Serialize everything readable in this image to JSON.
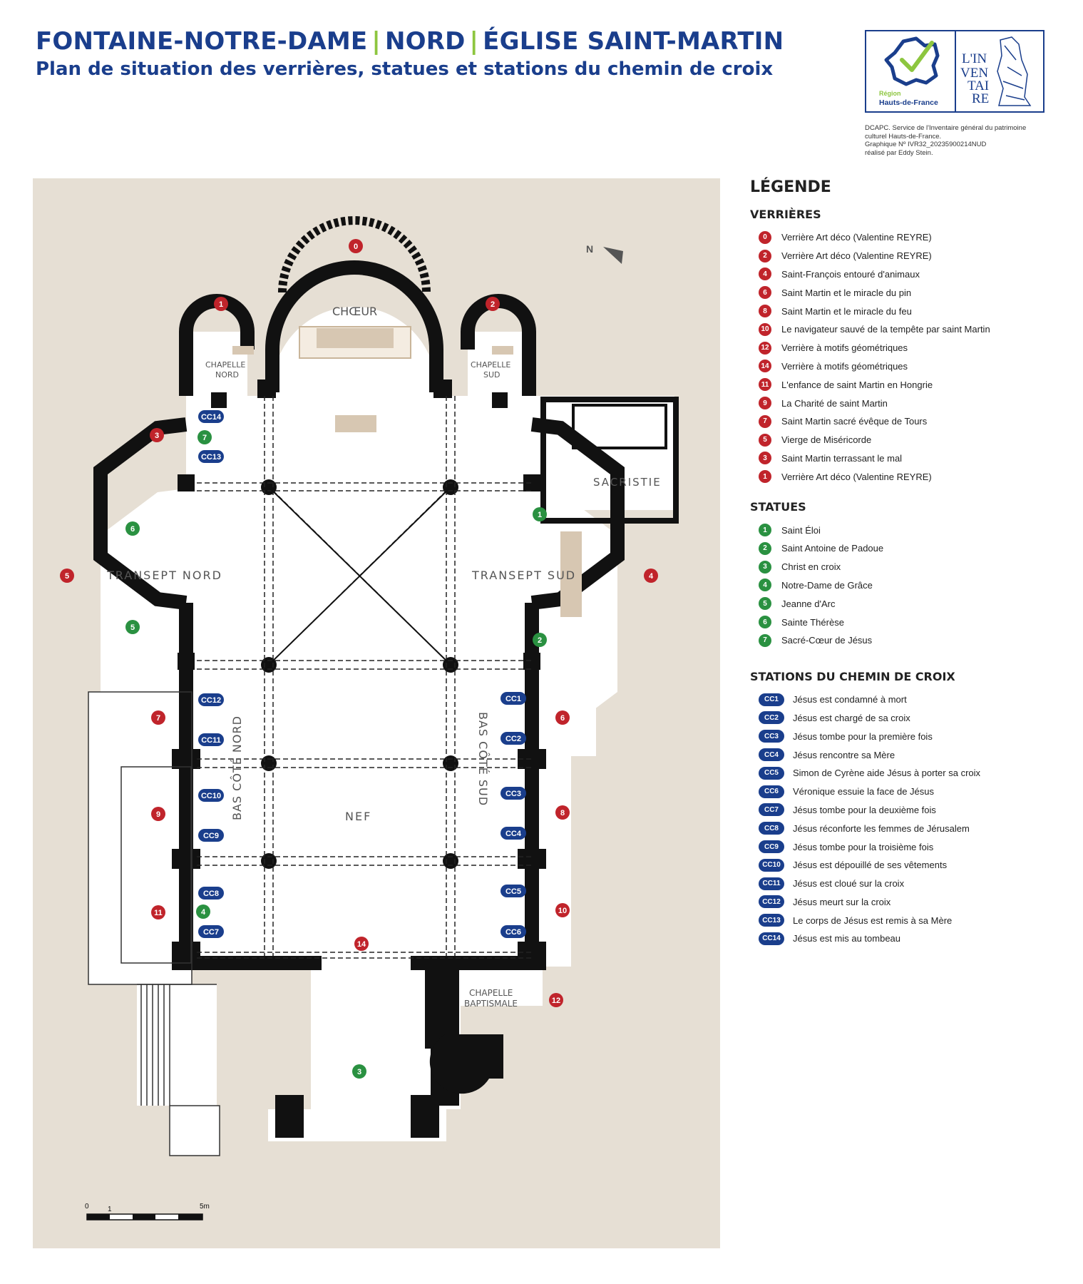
{
  "header": {
    "title_part1": "FONTAINE-NOTRE-DAME",
    "title_sep1": "|",
    "title_part2": "NORD",
    "title_sep2": "|",
    "title_part3": "ÉGLISE SAINT-MARTIN",
    "subtitle": "Plan de situation des verrières, statues et stations du chemin de croix"
  },
  "logos": {
    "region_small": "Région",
    "region_name": "Hauts-de-France",
    "inventaire_line1": "L'IN",
    "inventaire_line2": "VEN",
    "inventaire_line3": "TAI",
    "inventaire_line4": "RE"
  },
  "credits": [
    "DCAPC. Service de l'Inventaire général du patrimoine",
    "culturel Hauts-de-France.",
    "Graphique Nº IVR32_20235900214NUD",
    "réalisé par Eddy Stein."
  ],
  "colors": {
    "brand_blue": "#1a3e8c",
    "brand_green": "#8dc63f",
    "verriere_red": "#c0242b",
    "statue_green": "#2a9141",
    "plan_background": "#e6dfd4"
  },
  "plan": {
    "north_arrow": "N",
    "rooms": {
      "choeur": "CHŒUR",
      "chapelle": "CHAPELLE",
      "nord": "NORD",
      "sud": "SUD",
      "transept_nord": "TRANSEPT  NORD",
      "transept_sud": "TRANSEPT  SUD",
      "sacristie": "SACRISTIE",
      "bas_cote_nord": "BAS CÔTÉ NORD",
      "bas_cote_sud": "BAS CÔTÉ SUD",
      "nef": "NEF",
      "chapelle_baptismale_1": "CHAPELLE",
      "chapelle_baptismale_2": "BAPTISMALE"
    },
    "scale": {
      "zero": "0",
      "one": "1",
      "five": "5m"
    }
  },
  "legend": {
    "title": "LÉGENDE",
    "verrieres": {
      "title": "VERRIÈRES",
      "items": [
        {
          "num": "0",
          "text": "Verrière Art déco (Valentine REYRE)"
        },
        {
          "num": "2",
          "text": "Verrière Art déco (Valentine REYRE)"
        },
        {
          "num": "4",
          "text": "Saint-François entouré d'animaux"
        },
        {
          "num": "6",
          "text": "Saint Martin et le miracle du pin"
        },
        {
          "num": "8",
          "text": "Saint Martin et le miracle du feu"
        },
        {
          "num": "10",
          "text": "Le navigateur sauvé de la tempête par saint Martin"
        },
        {
          "num": "12",
          "text": "Verrière à motifs géométriques"
        },
        {
          "num": "14",
          "text": "Verrière à motifs géométriques"
        },
        {
          "num": "11",
          "text": "L'enfance de saint Martin en Hongrie"
        },
        {
          "num": "9",
          "text": "La Charité de saint Martin"
        },
        {
          "num": "7",
          "text": "Saint Martin sacré évêque de Tours"
        },
        {
          "num": "5",
          "text": "Vierge de Miséricorde"
        },
        {
          "num": "3",
          "text": "Saint Martin terrassant le mal"
        },
        {
          "num": "1",
          "text": "Verrière Art déco (Valentine REYRE)"
        }
      ]
    },
    "statues": {
      "title": "STATUES",
      "items": [
        {
          "num": "1",
          "text": "Saint Éloi"
        },
        {
          "num": "2",
          "text": "Saint Antoine de Padoue"
        },
        {
          "num": "3",
          "text": "Christ en croix"
        },
        {
          "num": "4",
          "text": "Notre-Dame de Grâce"
        },
        {
          "num": "5",
          "text": "Jeanne d'Arc"
        },
        {
          "num": "6",
          "text": "Sainte Thérèse"
        },
        {
          "num": "7",
          "text": "Sacré-Cœur de Jésus"
        }
      ]
    },
    "stations": {
      "title": "STATIONS DU CHEMIN DE CROIX",
      "items": [
        {
          "num": "CC1",
          "text": "Jésus est condamné à mort"
        },
        {
          "num": "CC2",
          "text": "Jésus est chargé de sa croix"
        },
        {
          "num": "CC3",
          "text": "Jésus tombe pour la première fois"
        },
        {
          "num": "CC4",
          "text": "Jésus rencontre sa Mère"
        },
        {
          "num": "CC5",
          "text": "Simon de Cyrène aide Jésus à porter sa croix"
        },
        {
          "num": "CC6",
          "text": "Véronique essuie la face de Jésus"
        },
        {
          "num": "CC7",
          "text": "Jésus tombe pour la deuxième fois"
        },
        {
          "num": "CC8",
          "text": "Jésus réconforte les femmes de Jérusalem"
        },
        {
          "num": "CC9",
          "text": "Jésus tombe pour la troisième fois"
        },
        {
          "num": "CC10",
          "text": "Jésus est dépouillé de ses vêtements"
        },
        {
          "num": "CC11",
          "text": "Jésus est cloué sur la croix"
        },
        {
          "num": "CC12",
          "text": "Jésus meurt sur la croix"
        },
        {
          "num": "CC13",
          "text": "Le corps de Jésus est remis à sa Mère"
        },
        {
          "num": "CC14",
          "text": "Jésus est mis au tombeau"
        }
      ]
    }
  },
  "markers": {
    "verrieres": [
      "0",
      "1",
      "2",
      "3",
      "4",
      "5",
      "6",
      "7",
      "8",
      "9",
      "10",
      "11",
      "12",
      "14"
    ],
    "statues": [
      "1",
      "2",
      "3",
      "4",
      "5",
      "6",
      "7"
    ],
    "stations": [
      "CC1",
      "CC2",
      "CC3",
      "CC4",
      "CC5",
      "CC6",
      "CC7",
      "CC8",
      "CC9",
      "CC10",
      "CC11",
      "CC12",
      "CC13",
      "CC14"
    ]
  }
}
